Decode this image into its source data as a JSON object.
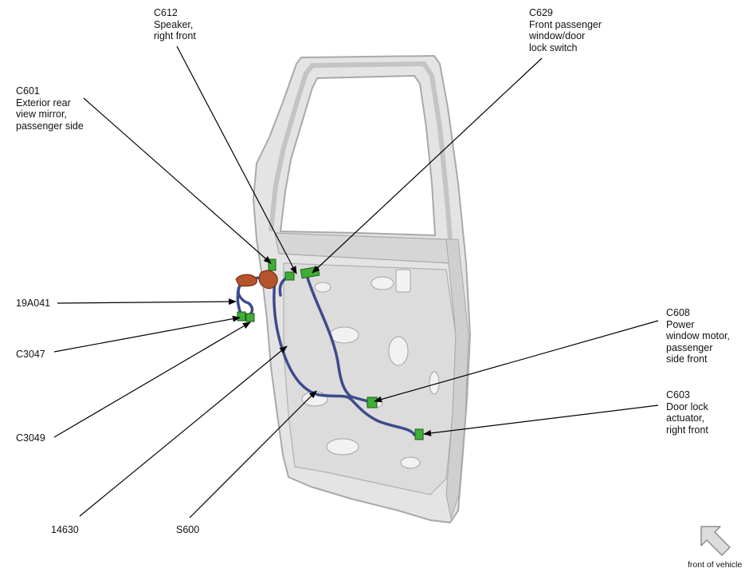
{
  "callouts": {
    "c612": [
      "C612",
      "Speaker,",
      "right front"
    ],
    "c629": [
      "C629",
      "Front passenger",
      "window/door",
      "lock switch"
    ],
    "c601": [
      "C601",
      "Exterior rear",
      "view mirror,",
      "passenger side"
    ],
    "n19a041": "19A041",
    "c3047": "C3047",
    "c3049": "C3049",
    "n14630": "14630",
    "s600": "S600",
    "c608": [
      "C608",
      "Power",
      "window motor,",
      "passenger",
      "side front"
    ],
    "c603": [
      "C603",
      "Door lock",
      "actuator,",
      "right front"
    ]
  },
  "orientation": {
    "label": "front of vehicle",
    "icon": "arrow-up-left-icon"
  },
  "colors": {
    "door_fill": "#e3e3e3",
    "door_edge": "#a9a9a9",
    "harness": "#3d4b8c",
    "connector": "#3fae35",
    "mirror_connector": "#b5532c",
    "leader": "#000000"
  }
}
